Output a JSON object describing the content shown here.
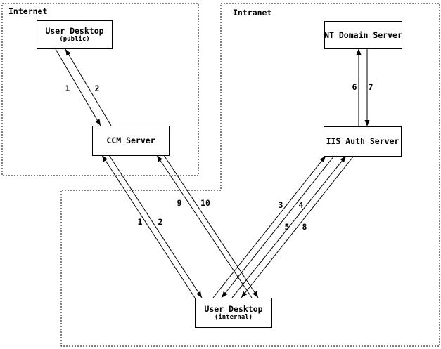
{
  "diagram": {
    "zones": {
      "internet": {
        "label": "Internet"
      },
      "intranet": {
        "label": "Intranet"
      }
    },
    "nodes": {
      "user_desktop_public": {
        "label": "User Desktop",
        "sublabel": "(public)",
        "zone": "Internet"
      },
      "nt_domain_server": {
        "label": "NT Domain Server",
        "zone": "Intranet"
      },
      "ccm_server": {
        "label": "CCM Server",
        "zone": "Internet"
      },
      "iis_auth_server": {
        "label": "IIS Auth Server",
        "zone": "Intranet"
      },
      "user_desktop_internal": {
        "label": "User Desktop",
        "sublabel": "(internal)",
        "zone": "Intranet"
      }
    },
    "edges": [
      {
        "label": "1",
        "from": "User Desktop (public)",
        "to": "CCM Server"
      },
      {
        "label": "2",
        "from": "CCM Server",
        "to": "User Desktop (public)"
      },
      {
        "label": "1",
        "from": "User Desktop (internal)",
        "to": "CCM Server"
      },
      {
        "label": "2",
        "from": "CCM Server",
        "to": "User Desktop (internal)"
      },
      {
        "label": "3",
        "from": "User Desktop (internal)",
        "to": "IIS Auth Server"
      },
      {
        "label": "4",
        "from": "IIS Auth Server",
        "to": "User Desktop (internal)"
      },
      {
        "label": "5",
        "from": "User Desktop (internal)",
        "to": "IIS Auth Server"
      },
      {
        "label": "6",
        "from": "IIS Auth Server",
        "to": "NT Domain Server"
      },
      {
        "label": "7",
        "from": "NT Domain Server",
        "to": "IIS Auth Server"
      },
      {
        "label": "8",
        "from": "IIS Auth Server",
        "to": "User Desktop (internal)"
      },
      {
        "label": "9",
        "from": "User Desktop (internal)",
        "to": "CCM Server"
      },
      {
        "label": "10",
        "from": "CCM Server",
        "to": "User Desktop (internal)"
      }
    ],
    "colors": {
      "line": "#000000",
      "background": "#ffffff"
    }
  }
}
